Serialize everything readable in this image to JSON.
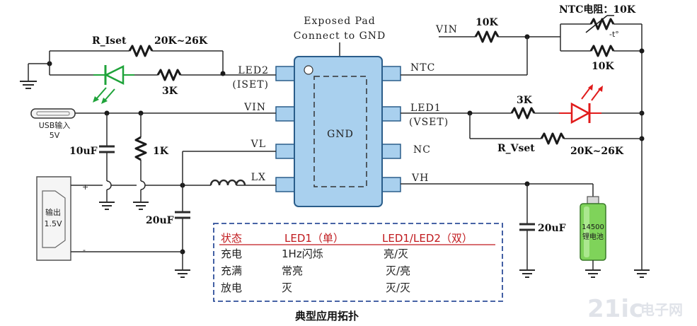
{
  "chip": {
    "exposed_pad_line1": "Exposed Pad",
    "exposed_pad_line2": "Connect to GND",
    "gnd_label": "GND",
    "pins_left": [
      "LED2",
      "(ISET)",
      "VIN",
      "VL",
      "LX"
    ],
    "pins_right": [
      "NTC",
      "LED1",
      "(VSET)",
      "NC",
      "VH"
    ]
  },
  "components": {
    "r_iset": "R_Iset",
    "r_iset_value": "20K~26K",
    "r_led2": "3K",
    "usb_label": "USB输入",
    "usb_voltage": "5V",
    "cap_vin": "10uF",
    "r_vin": "1K",
    "cap_out": "20uF",
    "output_label": "输出",
    "output_voltage": "1.5V",
    "out_plus": "+",
    "out_minus": "-",
    "vin_label": "VIN",
    "r_ntc_series": "10K",
    "ntc_label": "NTC电阻：10K",
    "ntc_temp": "-t°",
    "r_ntc_parallel": "10K",
    "r_led1": "3K",
    "r_vset": "R_Vset",
    "r_vset_value": "20K~26K",
    "cap_vh": "20uF",
    "battery_line1": "14500",
    "battery_line2": "锂电池"
  },
  "table": {
    "headers": [
      "状态",
      "LED1（单）",
      "LED1/LED2（双）"
    ],
    "rows": [
      [
        "充电",
        "1Hz闪烁",
        "亮/灭"
      ],
      [
        "充满",
        "常亮",
        "灭/亮"
      ],
      [
        "放电",
        "灭",
        "灭/灭"
      ]
    ]
  },
  "caption": "典型应用拓扑",
  "colors": {
    "chip_fill": "#a9d0ee",
    "chip_stroke": "#2a5d8a",
    "led_green": "#1fa33a",
    "led_red": "#e01b1b",
    "table_border": "#2f4f9a",
    "table_header": "#c0191d",
    "battery_fill": "#7fd35a"
  }
}
